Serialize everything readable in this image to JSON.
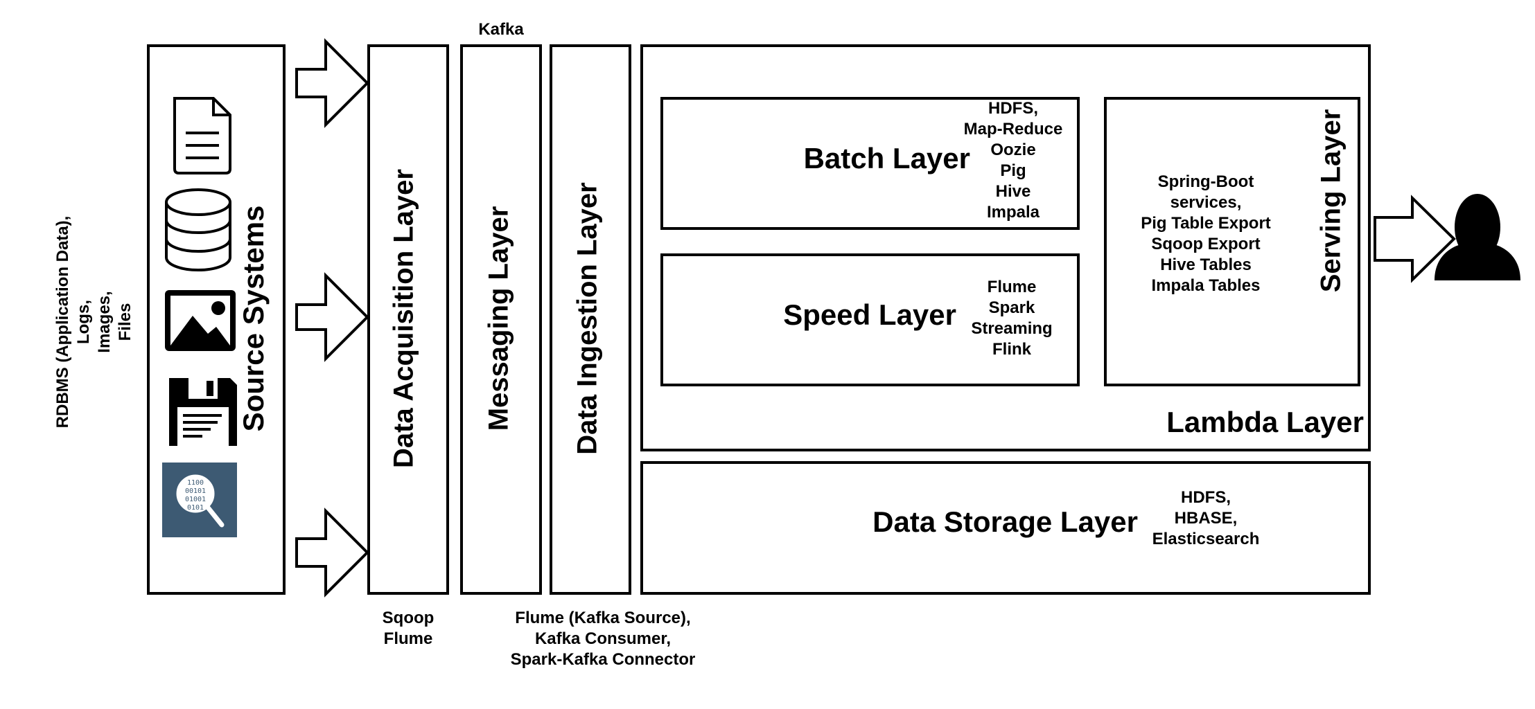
{
  "source_note": "RDBMS (Application Data),\nLogs,\nImages,\nFiles",
  "source_systems": {
    "label": "Source Systems",
    "icons": [
      "document-icon",
      "database-icon",
      "image-icon",
      "floppy-disk-icon",
      "binary-search-icon"
    ]
  },
  "acquisition": {
    "label": "Data Acquisition Layer",
    "tools": "Sqoop\nFlume"
  },
  "messaging": {
    "label": "Messaging Layer",
    "top": "Kafka"
  },
  "ingestion": {
    "label": "Data Ingestion Layer",
    "tools": "Flume (Kafka Source),\nKafka Consumer,\nSpark-Kafka Connector"
  },
  "lambda": {
    "label": "Lambda Layer",
    "batch": {
      "label": "Batch Layer",
      "tools": "HDFS,\nMap-Reduce\nOozie\nPig\nHive\nImpala"
    },
    "speed": {
      "label": "Speed Layer",
      "tools": "Flume\nSpark\nStreaming\nFlink"
    },
    "serving": {
      "label": "Serving Layer",
      "tools": "Spring-Boot\nservices,\nPig Table Export\nSqoop Export\nHive Tables\nImpala Tables"
    }
  },
  "storage": {
    "label": "Data Storage Layer",
    "tools": "HDFS,\nHBASE,\nElasticsearch"
  },
  "colors": {
    "stroke": "#000000",
    "icon_tile": "#3d5a73"
  }
}
